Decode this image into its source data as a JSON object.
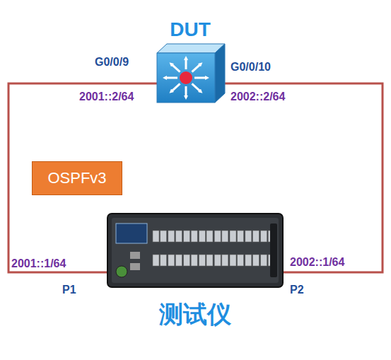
{
  "diagram": {
    "nodes": [
      {
        "text": [
          "DUT"
        ]
      },
      {
        "text": [
          "测试仪"
        ]
      },
      {
        "text": [
          "OSPFv3"
        ]
      }
    ],
    "edges": [
      {
        "from": 0,
        "to": 1,
        "arrow": "none"
      },
      {
        "from": 0,
        "to": 1,
        "arrow": "none"
      }
    ],
    "labels": [
      "G0/0/9",
      "2001::2/64",
      "G0/0/10",
      "2002::2/64",
      "2001::1/64",
      "P1",
      "2002::1/64",
      "P2"
    ]
  }
}
